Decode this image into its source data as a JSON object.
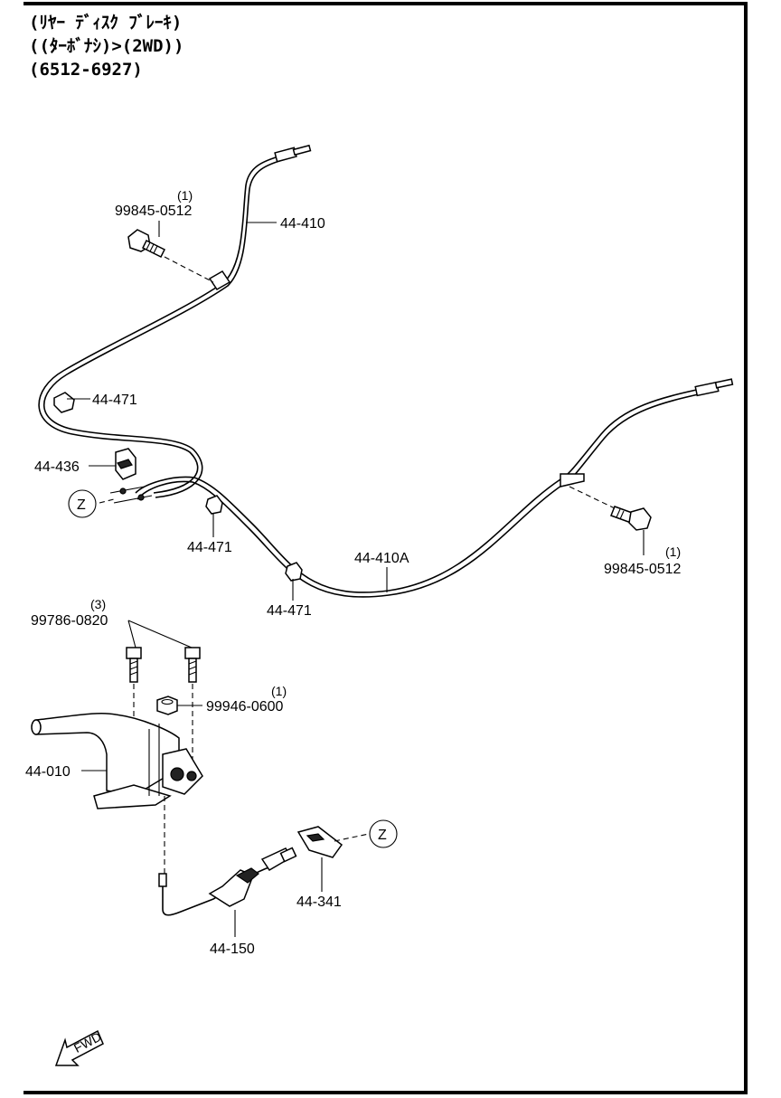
{
  "header": {
    "line1": "(ﾘﾔｰ ﾃﾞｨｽｸ ﾌﾞﾚｰｷ)",
    "line2": "((ﾀｰﾎﾞﾅｼ)>(2WD))",
    "line3": "(6512-6927)"
  },
  "labels": {
    "p44_410": "44-410",
    "bolt_top_num": "99845-0512",
    "bolt_top_qty": "(1)",
    "p44_471_a": "44-471",
    "p44_436": "44-436",
    "z_top": "Z",
    "p44_471_b": "44-471",
    "p44_410A": "44-410A",
    "p44_471_c": "44-471",
    "bolt_right_num": "99845-0512",
    "bolt_right_qty": "(1)",
    "bolt_lever_num": "99786-0820",
    "bolt_lever_qty": "(3)",
    "nut_num": "99946-0600",
    "nut_qty": "(1)",
    "p44_010": "44-010",
    "z_bottom": "Z",
    "p44_341": "44-341",
    "p44_150": "44-150",
    "fwd": "FWD"
  },
  "colors": {
    "ink": "#000000",
    "paper": "#ffffff"
  }
}
